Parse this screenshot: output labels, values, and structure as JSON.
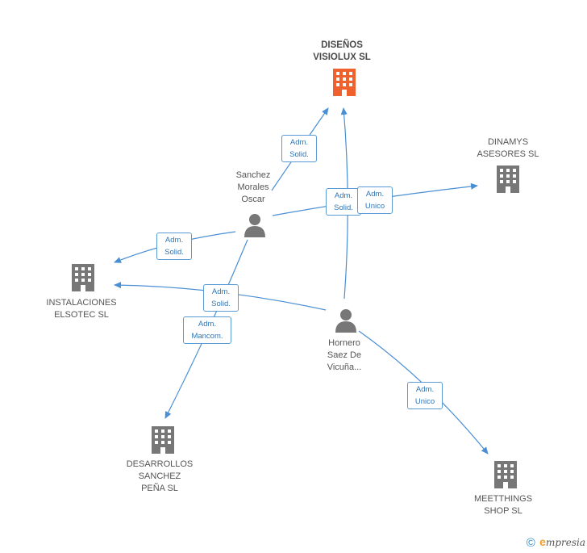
{
  "nodes": {
    "disenos": {
      "label": "DISEÑOS\nVISIOLUX SL",
      "color": "#f0622d"
    },
    "dinamys": {
      "label": "DINAMYS\nASESORES SL",
      "color": "#777777"
    },
    "instalaciones": {
      "label": "INSTALACIONES\nELSOTEC SL",
      "color": "#777777"
    },
    "desarrollos": {
      "label": "DESARROLLOS\nSANCHEZ\nPEÑA  SL",
      "color": "#777777"
    },
    "meetthings": {
      "label": "MEETTHINGS\nSHOP SL",
      "color": "#777777"
    },
    "sanchez": {
      "label": "Sanchez\nMorales\nOscar",
      "color": "#777777"
    },
    "hornero": {
      "label": "Hornero\nSaez De\nVicuña...",
      "color": "#777777"
    }
  },
  "edges": {
    "e1": "Adm.\nSolid.",
    "e2": "Adm.\nSolid.",
    "e3": "Adm.\nSolid.",
    "e4": "Adm.\nMancom.",
    "e5": "Adm.\nSolid.",
    "e6": "Adm.\nUnico",
    "e7": "Adm.\nUnico"
  },
  "footer": {
    "copyright": "©",
    "brand_initial": "e",
    "brand": "mpresia"
  },
  "colors": {
    "edge": "#4a8fd4",
    "label_border": "#5b9bd5",
    "label_text": "#2e75b6"
  }
}
